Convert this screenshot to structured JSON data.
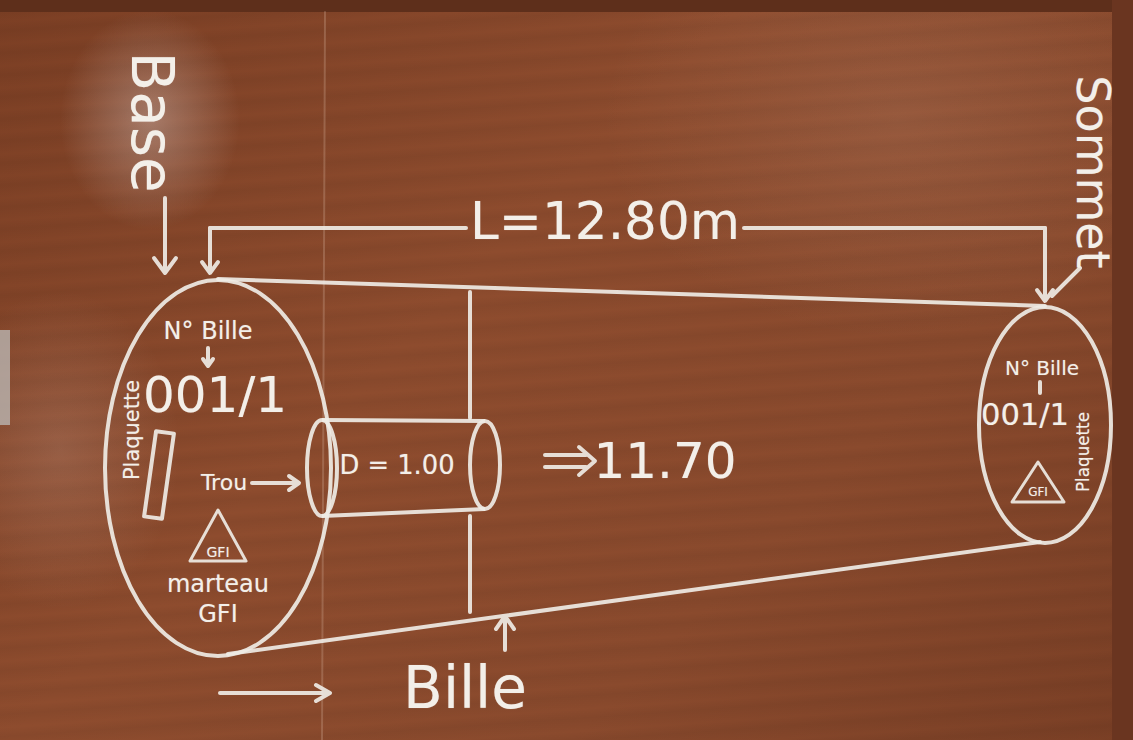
{
  "diagram": {
    "nodes": [
      {
        "text": [
          "N° Bille",
          "001/1",
          "Plaquette",
          "Trou",
          "marteau GFI"
        ]
      },
      {
        "text": [
          "GFI"
        ],
        "in": 0
      },
      {
        "text": [
          "D = 1.00"
        ]
      },
      {
        "text": [
          "N° Bille",
          "001/1",
          "Plaquette"
        ]
      },
      {
        "text": [
          "GFI"
        ],
        "in": 3
      }
    ],
    "labels": [
      "Base",
      "Sommet",
      "L=12.80m",
      "11.70",
      "Bille"
    ]
  }
}
